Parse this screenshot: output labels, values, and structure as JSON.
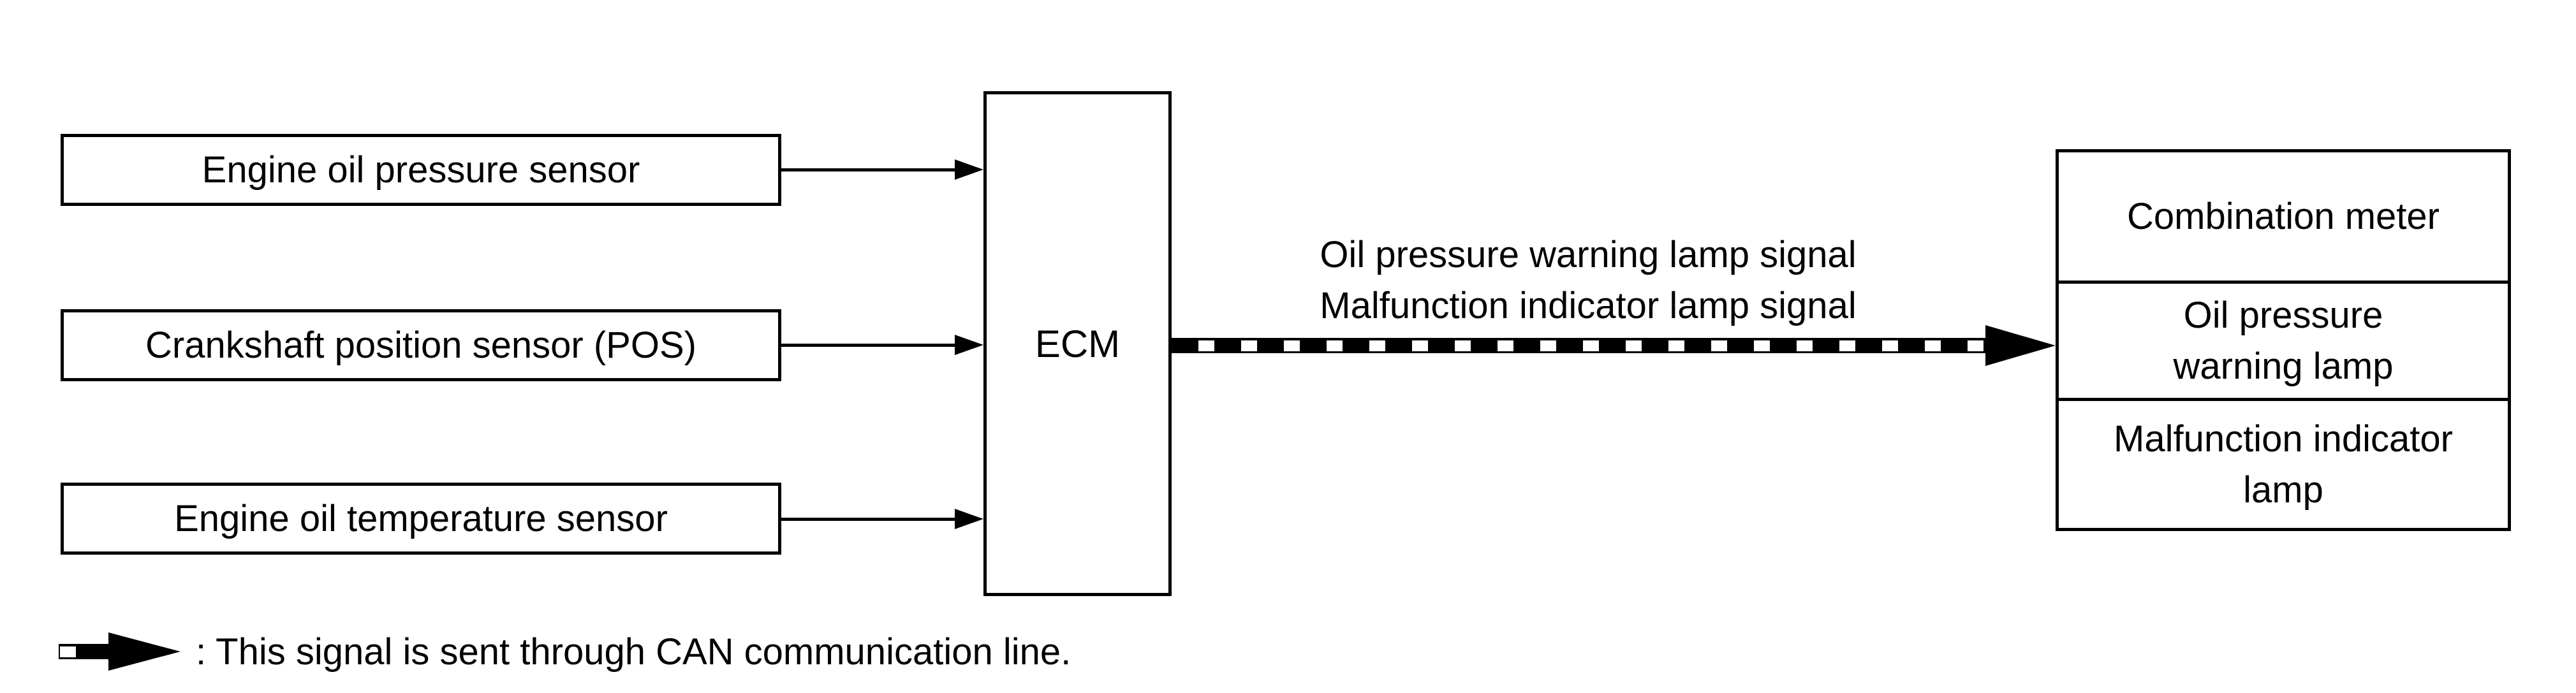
{
  "inputs": [
    {
      "label": "Engine oil pressure sensor"
    },
    {
      "label": "Crankshaft position sensor (POS)"
    },
    {
      "label": "Engine oil temperature sensor"
    }
  ],
  "ecm": {
    "label": "ECM"
  },
  "signal": {
    "lines": [
      "Oil pressure warning lamp signal",
      "Malfunction indicator lamp signal"
    ]
  },
  "output": {
    "cells": [
      {
        "lines": [
          "Combination meter"
        ]
      },
      {
        "lines": [
          "Oil pressure",
          "warning lamp"
        ]
      },
      {
        "lines": [
          "Malfunction indicator",
          "lamp"
        ]
      }
    ]
  },
  "legend": {
    "icon": "can-dashed-arrow-icon",
    "label": ": This signal is sent through CAN communication line."
  },
  "colors": {
    "ink": "#000000",
    "paper": "#ffffff"
  }
}
